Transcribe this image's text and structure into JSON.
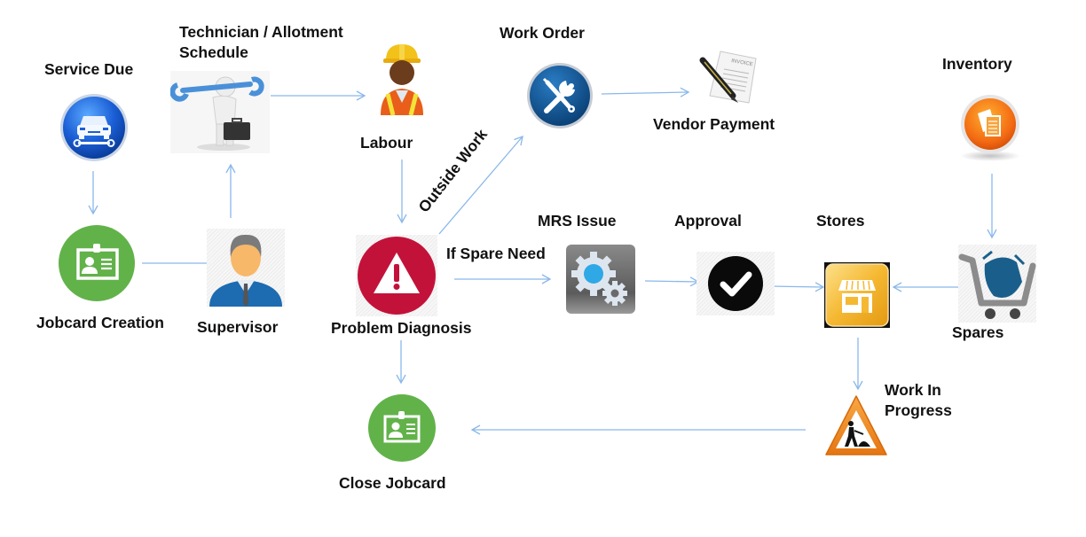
{
  "diagram": {
    "arrow_color": "#8ab8ea",
    "nodes": {
      "service_due": {
        "label": "Service Due",
        "icon": "car-service-icon",
        "color": "#1f64d6"
      },
      "technician": {
        "label_line1": "Technician / Allotment",
        "label_line2": "Schedule",
        "icon": "technician-wrench-icon"
      },
      "labour": {
        "label": "Labour",
        "icon": "construction-worker-icon"
      },
      "work_order": {
        "label": "Work Order",
        "icon": "tools-wrench-screwdriver-icon",
        "color": "#0d4d8a"
      },
      "vendor_payment": {
        "label": "Vendor Payment",
        "icon": "invoice-pen-icon"
      },
      "inventory": {
        "label": "Inventory",
        "icon": "documents-orange-icon",
        "color": "#f36b13"
      },
      "jobcard_creation": {
        "label": "Jobcard Creation",
        "icon": "id-card-icon",
        "color": "#62b24a"
      },
      "supervisor": {
        "label": "Supervisor",
        "icon": "supervisor-person-icon"
      },
      "problem_diagnosis": {
        "label": "Problem Diagnosis",
        "icon": "warning-triangle-icon",
        "color": "#c3123a"
      },
      "mrs_issue": {
        "label": "MRS Issue",
        "icon": "gears-icon"
      },
      "approval": {
        "label": "Approval",
        "icon": "checkmark-icon"
      },
      "stores": {
        "label": "Stores",
        "icon": "storefront-icon",
        "color": "#f2b531"
      },
      "spares": {
        "label": "Spares",
        "icon": "cart-icon",
        "color": "#1a5f8c"
      },
      "work_in_progress": {
        "label_line1": "Work In",
        "label_line2": "Progress",
        "icon": "roadwork-sign-icon",
        "color": "#f08a1c"
      },
      "close_jobcard": {
        "label": "Close Jobcard",
        "icon": "id-card-icon",
        "color": "#62b24a"
      }
    },
    "edge_labels": {
      "outside_work": "Outside Work",
      "if_spare_need": "If Spare Need"
    },
    "edges": [
      {
        "from": "Service Due",
        "to": "Jobcard Creation"
      },
      {
        "from": "Jobcard Creation",
        "to": "Supervisor"
      },
      {
        "from": "Supervisor",
        "to": "Technician / Allotment Schedule"
      },
      {
        "from": "Technician / Allotment Schedule",
        "to": "Labour"
      },
      {
        "from": "Labour",
        "to": "Problem Diagnosis"
      },
      {
        "from": "Problem Diagnosis",
        "to": "Work Order",
        "label": "Outside Work"
      },
      {
        "from": "Work Order",
        "to": "Vendor Payment"
      },
      {
        "from": "Problem Diagnosis",
        "to": "MRS Issue",
        "label": "If Spare Need"
      },
      {
        "from": "MRS Issue",
        "to": "Approval"
      },
      {
        "from": "Approval",
        "to": "Stores"
      },
      {
        "from": "Inventory",
        "to": "Spares"
      },
      {
        "from": "Spares",
        "to": "Stores"
      },
      {
        "from": "Stores",
        "to": "Work In Progress"
      },
      {
        "from": "Work In Progress",
        "to": "Close Jobcard"
      },
      {
        "from": "Problem Diagnosis",
        "to": "Close Jobcard"
      }
    ]
  }
}
